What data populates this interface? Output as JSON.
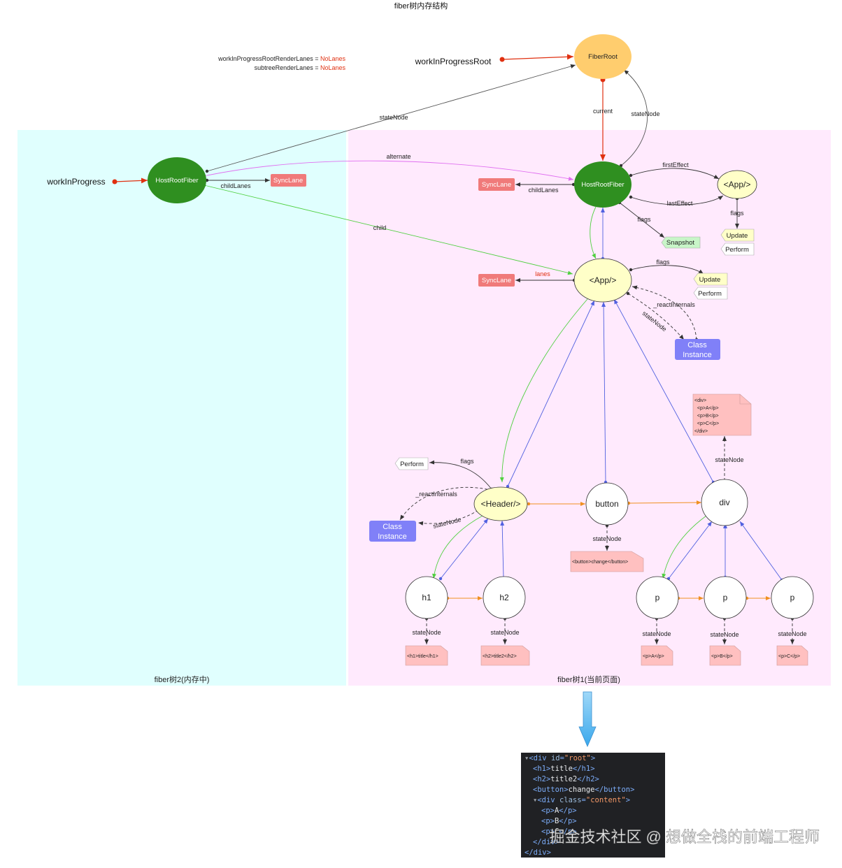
{
  "title": "fiber树内存结构",
  "lanes_info": {
    "line1_label": "workInProgressRootRenderLanes = ",
    "line1_value": "NoLanes",
    "line2_label": "subtreeRenderLanes = ",
    "line2_value": "NoLanes"
  },
  "regions": {
    "wip_label": "fiber树2(内存中)",
    "current_label": "fiber树1(当前页面)"
  },
  "pointers": {
    "wip_root": "workInProgressRoot",
    "wip": "workInProgress"
  },
  "nodes": {
    "fiber_root": "FiberRoot",
    "host_root_wip": "HostRootFiber",
    "host_root_cur": "HostRootFiber",
    "app_effect": "<App/>",
    "app": "<App/>",
    "header": "<Header/>",
    "button": "button",
    "div": "div",
    "h1": "h1",
    "h2": "h2",
    "p1": "p",
    "p2": "p",
    "p3": "p"
  },
  "edges": {
    "state_node": "stateNode",
    "current": "current",
    "alternate": "alternate",
    "child_lanes": "childLanes",
    "child": "child",
    "first_effect": "firstEffect",
    "last_effect": "lastEffect",
    "flags": "flags",
    "lanes": "lanes",
    "react_internals": "_reactInternals"
  },
  "badges": {
    "sync_lane": "SyncLane",
    "snapshot": "Snapshot",
    "update": "Update",
    "perform": "Perform",
    "class_instance_line1": "Class",
    "class_instance_line2": "Instance"
  },
  "notes": {
    "div_note": [
      "<div>",
      "  <p>A</p>",
      "  <p>B</p>",
      "  <p>C</p>",
      "</div>"
    ],
    "button_note": "<button>change</button>",
    "h1_note": "<h1>title</h1>",
    "h2_note": "<h2>title2</h2>",
    "p1_note": "<p>A</p>",
    "p2_note": "<p>B</p>",
    "p3_note": "<p>C</p>"
  },
  "code_panel": {
    "lines": [
      {
        "indent": 0,
        "arrow": "▾",
        "parts": [
          [
            "tag",
            "<div "
          ],
          [
            "attr",
            "id"
          ],
          [
            "tag",
            "="
          ],
          [
            "val",
            "\"root\""
          ],
          [
            "tag",
            ">"
          ]
        ]
      },
      {
        "indent": 1,
        "arrow": "",
        "parts": [
          [
            "tag",
            "<h1>"
          ],
          [
            "text",
            "title"
          ],
          [
            "tag",
            "</h1>"
          ]
        ]
      },
      {
        "indent": 1,
        "arrow": "",
        "parts": [
          [
            "tag",
            "<h2>"
          ],
          [
            "text",
            "title2"
          ],
          [
            "tag",
            "</h2>"
          ]
        ]
      },
      {
        "indent": 1,
        "arrow": "",
        "parts": [
          [
            "tag",
            "<button>"
          ],
          [
            "text",
            "change"
          ],
          [
            "tag",
            "</button>"
          ]
        ]
      },
      {
        "indent": 1,
        "arrow": "▾",
        "parts": [
          [
            "tag",
            "<div "
          ],
          [
            "attr",
            "class"
          ],
          [
            "tag",
            "="
          ],
          [
            "val",
            "\"content\""
          ],
          [
            "tag",
            ">"
          ]
        ]
      },
      {
        "indent": 2,
        "arrow": "",
        "parts": [
          [
            "tag",
            "<p>"
          ],
          [
            "text",
            "A"
          ],
          [
            "tag",
            "</p>"
          ]
        ]
      },
      {
        "indent": 2,
        "arrow": "",
        "parts": [
          [
            "tag",
            "<p>"
          ],
          [
            "text",
            "B"
          ],
          [
            "tag",
            "</p>"
          ]
        ]
      },
      {
        "indent": 2,
        "arrow": "",
        "parts": [
          [
            "tag",
            "<p>"
          ],
          [
            "text",
            "C"
          ],
          [
            "tag",
            "</p>"
          ]
        ]
      },
      {
        "indent": 1,
        "arrow": "",
        "parts": [
          [
            "tag",
            "</div>"
          ]
        ]
      },
      {
        "indent": 0,
        "arrow": "",
        "parts": [
          [
            "tag",
            "</div>"
          ]
        ]
      }
    ]
  },
  "watermark": "掘金技术社区 @ 想做全栈的前端工程师",
  "colors": {
    "wip_bg": "#e0fffe",
    "cur_bg": "#ffeafd",
    "fiber_root": "#ffcd6e",
    "host_root": "#2f8f20",
    "app_fill": "#ffffc8",
    "sync_lane": "#f07a7a",
    "snapshot": "#c8f5c8",
    "class_instance": "#8080f8",
    "note_fill": "#ffc0c0",
    "red": "#e03010",
    "green_edge": "#50d040",
    "blue_edge": "#5060e0",
    "orange_edge": "#f09020",
    "pink_edge": "#e070f0",
    "code_bg": "#202124",
    "code_tag": "#7cacf8",
    "code_attr": "#9bbbdc",
    "code_val": "#f29766",
    "code_text": "#e8eaed"
  }
}
